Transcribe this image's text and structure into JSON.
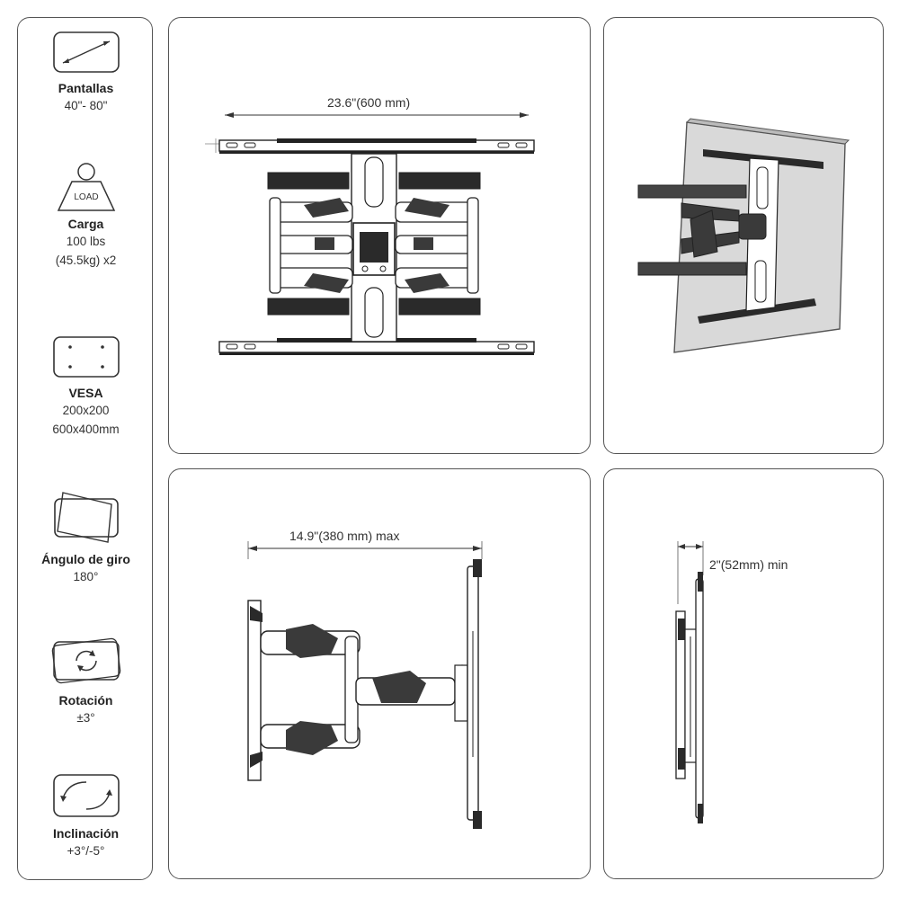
{
  "specs": [
    {
      "icon": "diagonal-screen-icon",
      "title": "Pantallas",
      "values": [
        "40\"- 80\""
      ]
    },
    {
      "icon": "load-weight-icon",
      "icon_text": "LOAD",
      "title": "Carga",
      "values": [
        "100 lbs",
        "(45.5kg) x2"
      ]
    },
    {
      "icon": "vesa-pattern-icon",
      "title": "VESA",
      "values": [
        "200x200",
        "600x400mm"
      ]
    },
    {
      "icon": "swivel-angle-icon",
      "title": "Ángulo de giro",
      "values": [
        "180°"
      ]
    },
    {
      "icon": "rotation-icon",
      "title": "Rotación",
      "values": [
        "±3°"
      ]
    },
    {
      "icon": "tilt-icon",
      "title": "Inclinación",
      "values": [
        "+3°/-5°"
      ]
    }
  ],
  "dimensions": {
    "width": "23.6\"(600 mm)",
    "extension": "14.9\"(380 mm) max",
    "minimum": "2\"(52mm) min"
  },
  "colors": {
    "border": "#555555",
    "line": "#333333",
    "dark": "#2a2a2a",
    "panel_fill": "#d9d9d9"
  }
}
